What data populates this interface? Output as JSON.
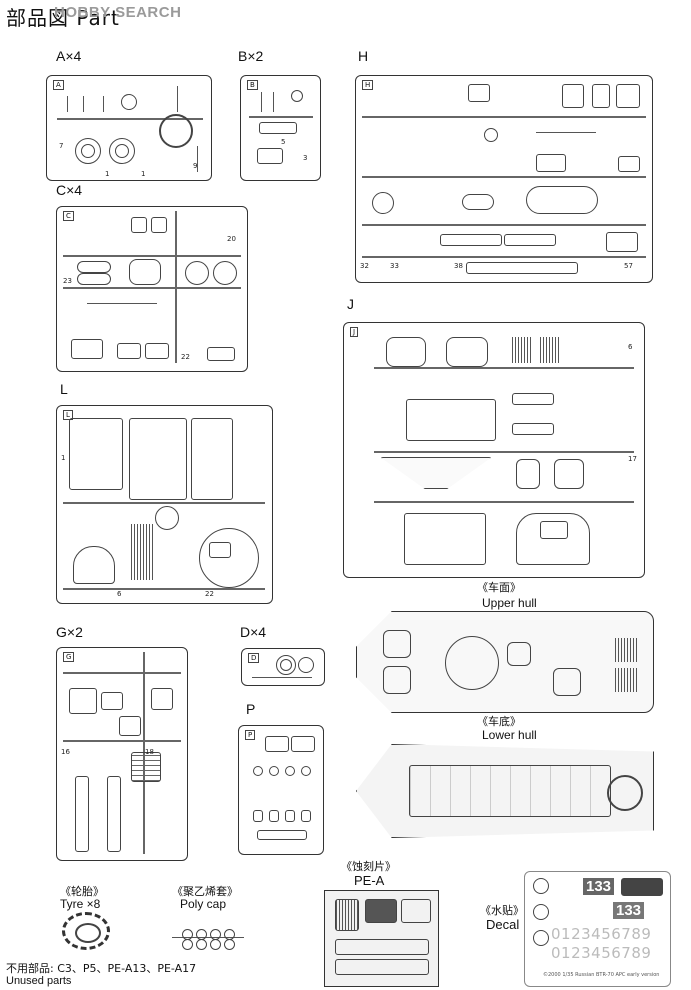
{
  "header": {
    "title": "部品図 Part",
    "watermark": "HOBBY SEARCH"
  },
  "sprues": {
    "A": {
      "label": "A×4"
    },
    "B": {
      "label": "B×2"
    },
    "C": {
      "label": "C×4"
    },
    "H": {
      "label": "H"
    },
    "J": {
      "label": "J"
    },
    "L": {
      "label": "L"
    },
    "G": {
      "label": "G×2"
    },
    "D": {
      "label": "D×4"
    },
    "P": {
      "label": "P"
    }
  },
  "hull": {
    "upper_caption_cn": "《车面》",
    "upper_caption_en": "Upper hull",
    "lower_caption_cn": "《车底》",
    "lower_caption_en": "Lower hull"
  },
  "pe": {
    "caption_cn": "《蚀刻片》",
    "label": "PE-A"
  },
  "tyre": {
    "caption_cn": "《轮胎》",
    "label": "Tyre ×8"
  },
  "polycap": {
    "caption_cn": "《聚乙烯套》",
    "label": "Poly cap"
  },
  "decal": {
    "caption_cn": "《水贴》",
    "label": "Decal",
    "numbers_big": "133",
    "digits_row1": "0123456789",
    "digits_row2": "0123456789",
    "footer": "©2000 1/35 Russian BTR-70 APC early version"
  },
  "unused": {
    "cn": "不用部品:  C3、P5、PE-A13、PE-A17",
    "en": "Unused parts"
  }
}
